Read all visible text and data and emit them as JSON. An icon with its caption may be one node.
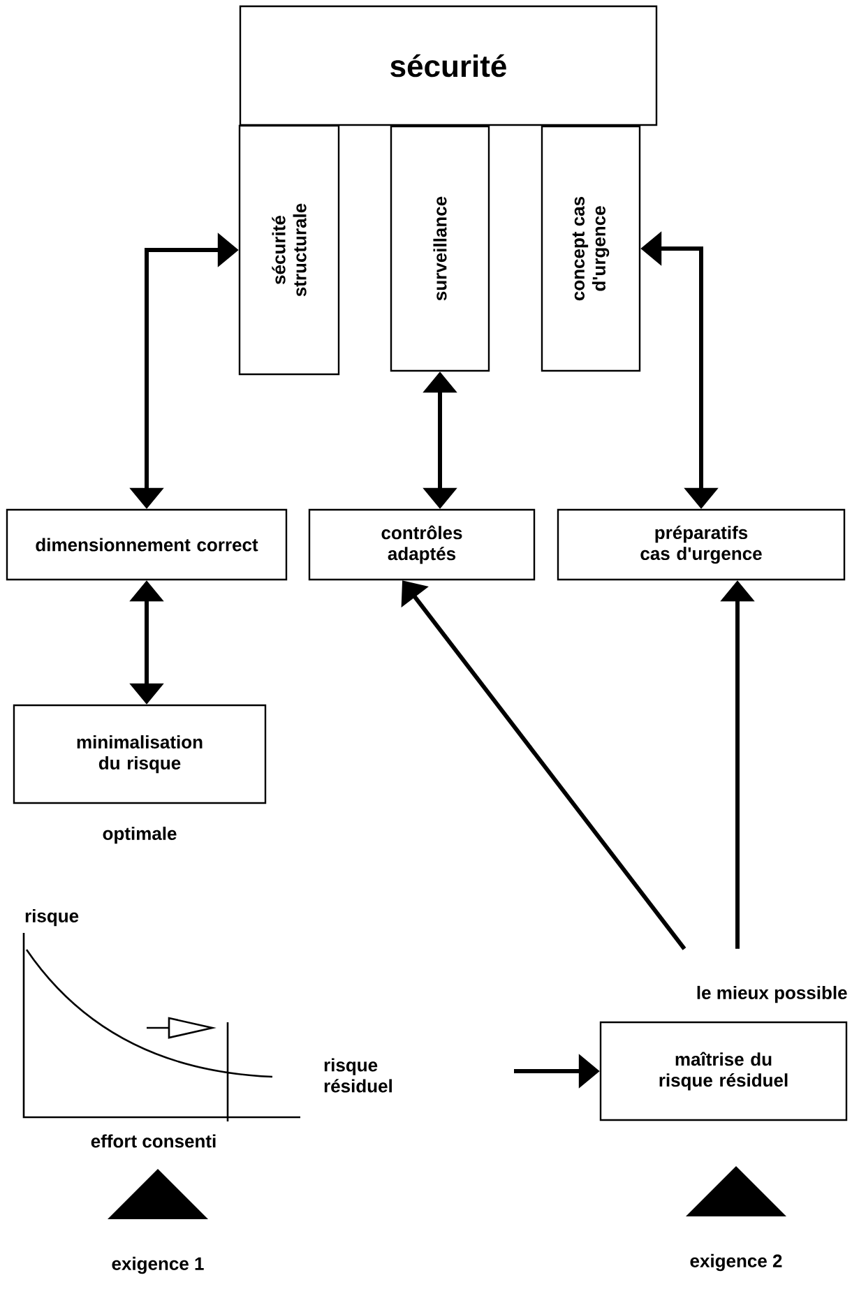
{
  "diagram": {
    "nodes": [
      {
        "text": [
          "sécurité"
        ]
      },
      {
        "text": [
          "sécurité structurale"
        ]
      },
      {
        "text": [
          "surveillance"
        ]
      },
      {
        "text": [
          "concept cas d'urgence"
        ]
      },
      {
        "text": [
          "dimensionnement correct"
        ]
      },
      {
        "text": [
          "contrôles adaptés"
        ]
      },
      {
        "text": [
          "préparatifs cas d'urgence"
        ]
      },
      {
        "text": [
          "minimalisation du risque"
        ],
        "beside": [
          "optimale"
        ]
      },
      {
        "text": [
          "maîtrise du risque résiduel"
        ],
        "beside": [
          "le mieux possible"
        ]
      }
    ],
    "edges": [
      {
        "from": 1,
        "to": 4,
        "arrow": "both"
      },
      {
        "from": 2,
        "to": 5,
        "arrow": "both"
      },
      {
        "from": 3,
        "to": 6,
        "arrow": "both"
      },
      {
        "from": 4,
        "to": 7,
        "arrow": "both"
      },
      {
        "from": 8,
        "to": 5,
        "arrow": "to"
      },
      {
        "from": 8,
        "to": 6,
        "arrow": "to"
      },
      {
        "from": null,
        "to": 8,
        "arrow": "to"
      }
    ],
    "labels": [
      "risque",
      "risque résiduel",
      "effort consenti",
      "exigence 1",
      "exigence 2"
    ]
  }
}
